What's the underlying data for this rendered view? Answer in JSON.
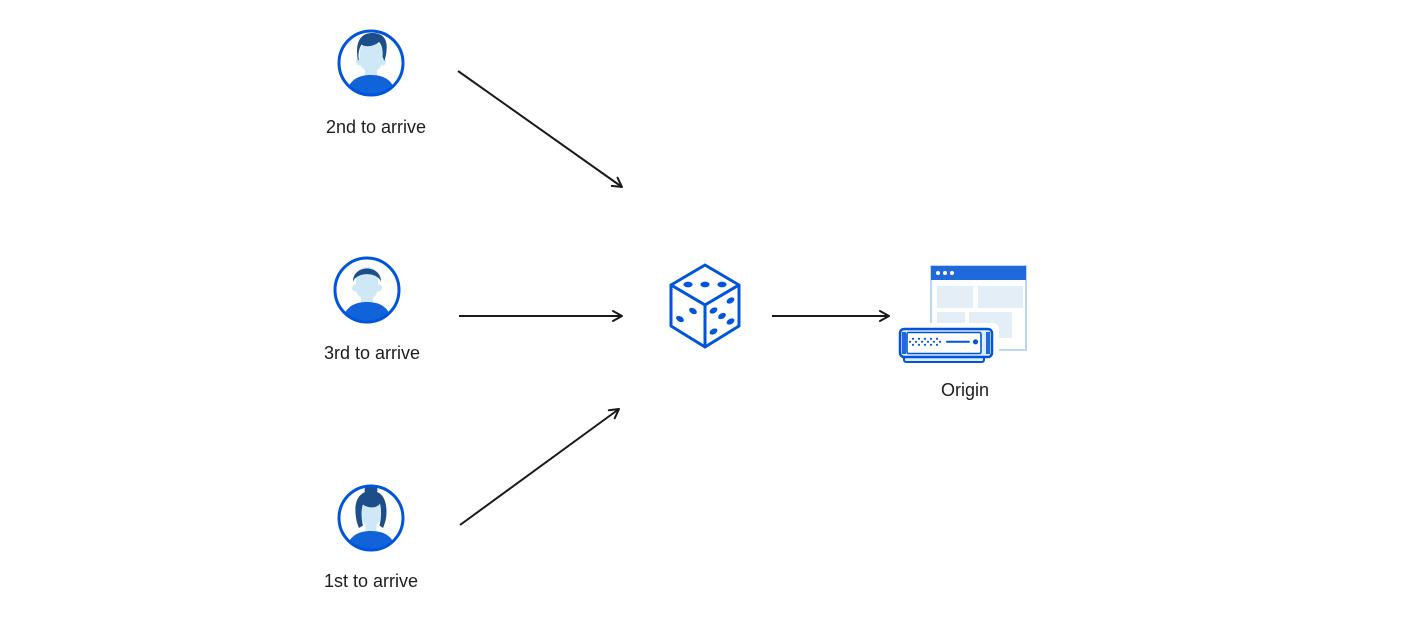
{
  "diagram": {
    "clients": [
      {
        "label": "2nd to arrive",
        "icon": "man-swept-hair-avatar-icon"
      },
      {
        "label": "3rd to arrive",
        "icon": "man-short-hair-avatar-icon"
      },
      {
        "label": "1st to arrive",
        "icon": "woman-bun-avatar-icon"
      }
    ],
    "randomizer": {
      "icon": "dice-icon"
    },
    "origin": {
      "label": "Origin",
      "icon": "origin-browser-server-icon"
    },
    "arrows": [
      {
        "from": "client-2nd-to-arrive",
        "to": "dice"
      },
      {
        "from": "client-3rd-to-arrive",
        "to": "dice"
      },
      {
        "from": "client-1st-to-arrive",
        "to": "dice"
      },
      {
        "from": "dice",
        "to": "origin"
      }
    ],
    "colors": {
      "brand_blue": "#0055dc",
      "shirt_blue": "#1063d9",
      "hair_navy": "#1d4e89",
      "face_light_blue": "#cfe8f7",
      "window_bar_blue": "#2268dd",
      "panel_light": "#e4eef7",
      "window_border": "#b9d7f3",
      "server_fill": "#dcedfb",
      "arrow_black": "#1a1a1a",
      "text": "#1d1d1d",
      "background": "#ffffff"
    }
  }
}
